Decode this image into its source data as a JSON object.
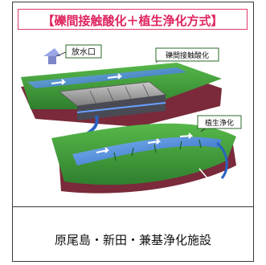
{
  "title": "【礫間接触酸化＋植生浄化方式】",
  "labels": {
    "outlet": "放水口",
    "gravel_contact": "礫間接触酸化",
    "vegetation": "植生浄化"
  },
  "caption": "原尾島・新田・兼基浄化施設",
  "colors": {
    "title": "#e0245e",
    "title_border": "#e03a6a",
    "label_border": "#2a6a2a",
    "water": "#3a7fd6",
    "grass": "#3c9a3a",
    "earth": "#7a2a3a"
  }
}
